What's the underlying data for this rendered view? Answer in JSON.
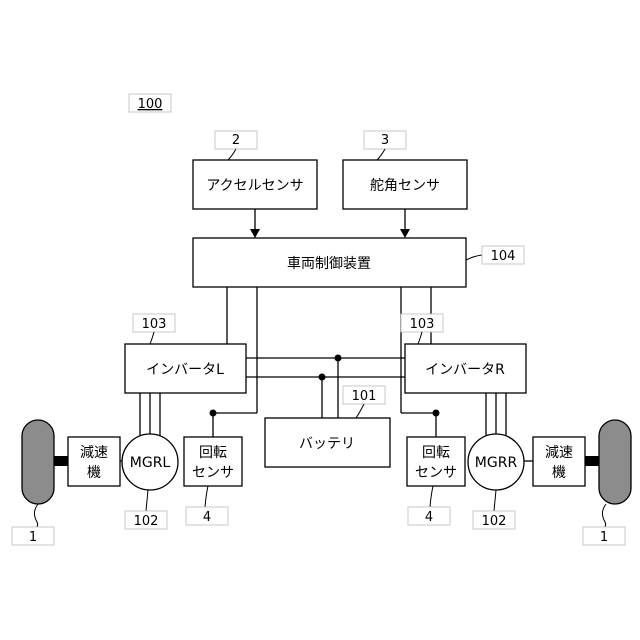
{
  "figure": {
    "ref": "100"
  },
  "sensors": {
    "accel": {
      "label": "アクセルセンサ",
      "ref": "2"
    },
    "steer": {
      "label": "舵角センサ",
      "ref": "3"
    }
  },
  "controller": {
    "label": "車両制御装置",
    "ref": "104"
  },
  "inverters": {
    "left": {
      "label": "インバータL",
      "ref": "103"
    },
    "right": {
      "label": "インバータR",
      "ref": "103"
    }
  },
  "battery": {
    "label": "バッテリ",
    "ref": "101"
  },
  "motors": {
    "left": {
      "label": "MGRL",
      "ref": "102"
    },
    "right": {
      "label": "MGRR",
      "ref": "102"
    }
  },
  "reducers": {
    "left": {
      "line1": "減速",
      "line2": "機"
    },
    "right": {
      "line1": "減速",
      "line2": "機"
    }
  },
  "rotation_sensors": {
    "left": {
      "line1": "回転",
      "line2": "センサ",
      "ref": "4"
    },
    "right": {
      "line1": "回転",
      "line2": "センサ",
      "ref": "4"
    }
  },
  "wheels": {
    "left": {
      "ref": "1"
    },
    "right": {
      "ref": "1"
    }
  }
}
